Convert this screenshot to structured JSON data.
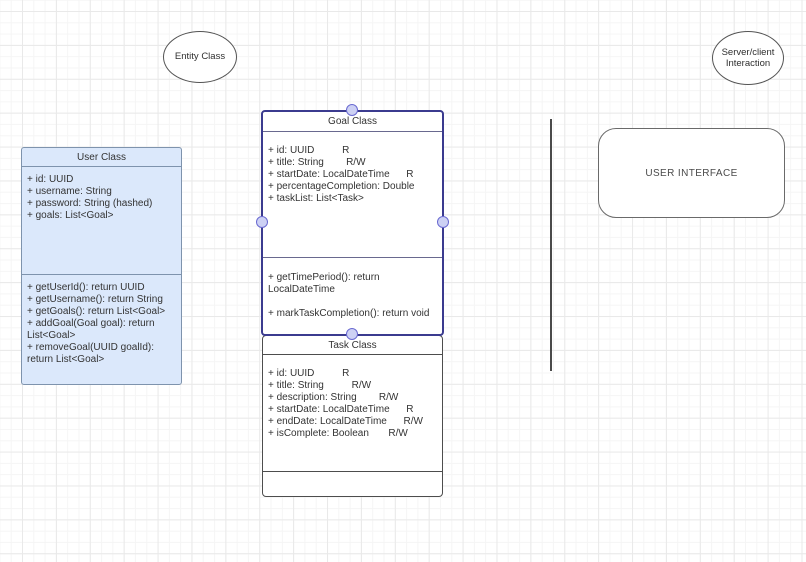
{
  "diagram": {
    "entity_ellipse": {
      "label": "Entity Class"
    },
    "server_ellipse": {
      "label": "Server/client\nInteraction"
    },
    "user_class": {
      "title": "User Class",
      "attributes": [
        "+ id: UUID",
        "+ username: String",
        "+ password: String (hashed)",
        "+ goals: List<Goal>"
      ],
      "methods": [
        "+ getUserId(): return UUID",
        "+ getUsername(): return String",
        "+ getGoals(): return List<Goal>",
        "+ addGoal(Goal goal): return List<Goal>",
        "+ removeGoal(UUID goalId): return List<Goal>"
      ]
    },
    "goal_class": {
      "title": "Goal Class",
      "selected": true,
      "attributes": [
        "+ id: UUID          R",
        "+ title: String        R/W",
        "+ startDate: LocalDateTime      R",
        "+ percentageCompletion: Double",
        "+ taskList: List<Task>"
      ],
      "methods": [
        "+ getTimePeriod(): return LocalDateTime",
        "",
        "+ markTaskCompletion(): return void"
      ]
    },
    "task_class": {
      "title": "Task Class",
      "attributes": [
        "+ id: UUID          R",
        "+ title: String          R/W",
        "+ description: String        R/W",
        "+ startDate: LocalDateTime      R",
        "+ endDate: LocalDateTime      R/W",
        "+ isComplete: Boolean       R/W"
      ],
      "methods": []
    },
    "user_interface": {
      "label": "USER INTERFACE"
    },
    "colors": {
      "class_fill_blue": "#dbe8fb",
      "class_stroke_blue": "#7e93ad",
      "selection_stroke": "#3b3b8f",
      "handle_fill": "#cdd1f4",
      "handle_stroke": "#6a6ad1",
      "shape_stroke": "#4d4d4d",
      "grid_major": "#e9e9e9",
      "grid_minor": "#f5f5f5"
    }
  }
}
